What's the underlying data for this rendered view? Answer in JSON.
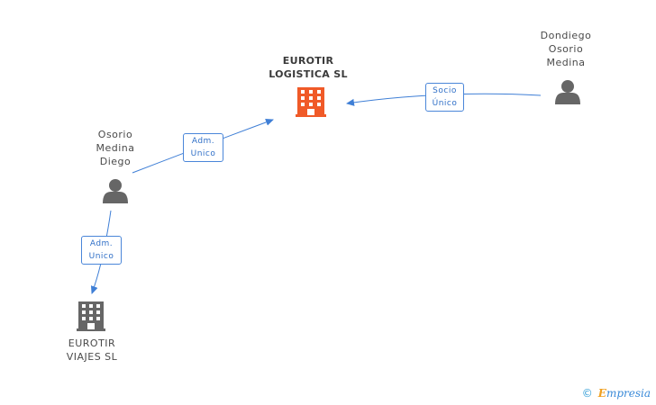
{
  "nodes": {
    "main_company": {
      "label": "EUROTIR\nLOGISTICA SL",
      "icon": "building-icon",
      "color": "#f05a28"
    },
    "company_viajes": {
      "label": "EUROTIR\nVIAJES  SL",
      "icon": "building-icon",
      "color": "#666666"
    },
    "person_osorio": {
      "label": "Osorio\nMedina\nDiego",
      "icon": "person-icon",
      "color": "#666666"
    },
    "person_dondiego": {
      "label": "Dondiego\nOsorio\nMedina",
      "icon": "person-icon",
      "color": "#666666"
    }
  },
  "edges": {
    "osorio_to_main": {
      "label": "Adm.\nUnico"
    },
    "dondiego_to_main": {
      "label": "Socio\nÚnico"
    },
    "osorio_to_viajes": {
      "label": "Adm.\nUnico"
    }
  },
  "colors": {
    "edge": "#3f7fd6"
  },
  "footer": {
    "copyright": "©",
    "brand_initial": "E",
    "brand_rest": "mpresia"
  }
}
